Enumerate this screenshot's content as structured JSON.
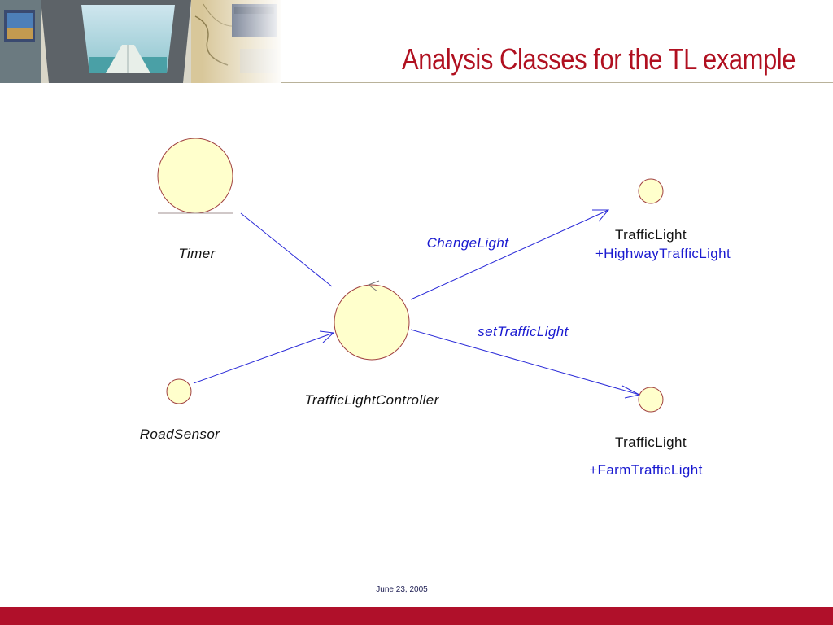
{
  "slide": {
    "title": "Analysis Classes for the TL example",
    "footer_date": "June 23, 2005"
  },
  "diagram": {
    "classes": {
      "timer": "Timer",
      "road_sensor": "RoadSensor",
      "controller": "TrafficLightController",
      "traffic_light_1": "TrafficLight",
      "traffic_light_1_sub": "+HighwayTrafficLight",
      "traffic_light_2": "TrafficLight",
      "traffic_light_2_sub": "+FarmTrafficLight"
    },
    "messages": {
      "change_light": "ChangeLight",
      "set_traffic_light": "setTrafficLight"
    },
    "colors": {
      "node_fill": "#ffffcc",
      "node_stroke": "#a04040",
      "link": "#2a2ad8",
      "title": "#b01020",
      "footer_bar": "#b0102a"
    }
  }
}
